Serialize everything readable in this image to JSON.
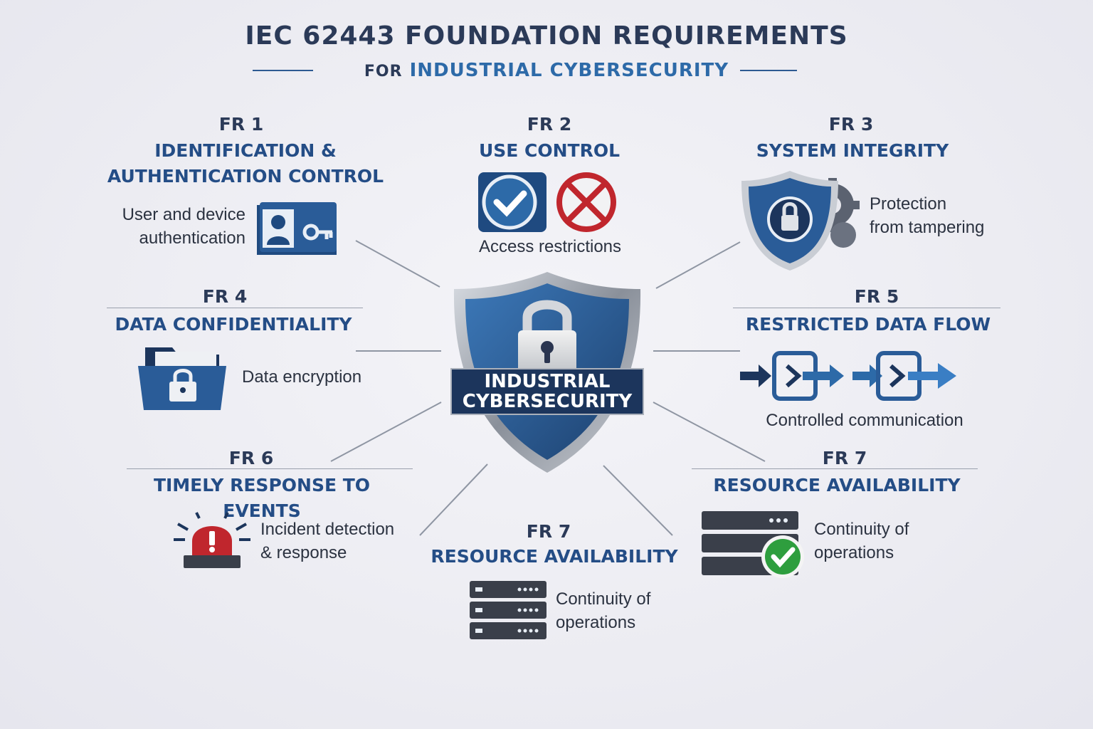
{
  "header": {
    "title": "IEC 62443 FOUNDATION REQUIREMENTS",
    "subtitle_prefix": "FOR",
    "subtitle_emphasis": "INDUSTRIAL CYBERSECURITY"
  },
  "center": {
    "label_line1": "INDUSTRIAL",
    "label_line2": "CYBERSECURITY"
  },
  "requirements": [
    {
      "number": "FR 1",
      "name_line1": "IDENTIFICATION &",
      "name_line2": "AUTHENTICATION CONTROL",
      "desc_line1": "User and device",
      "desc_line2": "authentication",
      "icon": "id-card-key-icon"
    },
    {
      "number": "FR 2",
      "name_line1": "USE CONTROL",
      "desc_line1": "Access restrictions",
      "icon": "check-and-deny-icons"
    },
    {
      "number": "FR 3",
      "name_line1": "SYSTEM INTEGRITY",
      "desc_line1": "Protection",
      "desc_line2": "from tampering",
      "icon": "shield-gear-icon"
    },
    {
      "number": "FR 4",
      "name_line1": "DATA CONFIDENTIALITY",
      "desc_line1": "Data encryption",
      "icon": "locked-folder-icon"
    },
    {
      "number": "FR 5",
      "name_line1": "RESTRICTED DATA FLOW",
      "desc_line1": "Controlled communication",
      "icon": "data-flow-arrows-icon"
    },
    {
      "number": "FR 6",
      "name_line1": "TIMELY RESPONSE TO EVENTS",
      "desc_line1": "Incident detection",
      "desc_line2": "& response",
      "icon": "alarm-siren-icon"
    },
    {
      "number": "FR 7",
      "name_line1": "RESOURCE AVAILABILITY",
      "desc_line1": "Continuity of",
      "desc_line2": "operations",
      "icon": "server-check-icon"
    },
    {
      "number": "FR 7",
      "name_line1": "RESOURCE AVAILABILITY",
      "desc_line1": "Continuity of",
      "desc_line2": "operations",
      "icon": "server-stack-icon"
    }
  ],
  "colors": {
    "navy": "#1f3f6e",
    "blue": "#2d6aa8",
    "red": "#c0262d",
    "green": "#2e9e3e",
    "text": "#2b3a58"
  }
}
